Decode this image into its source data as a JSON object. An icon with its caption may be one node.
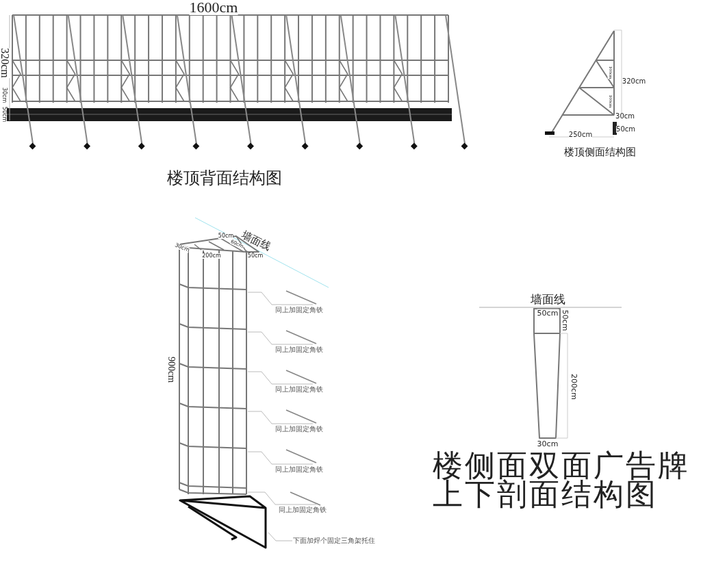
{
  "diagram": {
    "nodes": [
      {
        "text": [
          "同上加固定角铁"
        ]
      },
      {
        "text": [
          "同上加固定角铁"
        ]
      },
      {
        "text": [
          "同上加固定角铁"
        ]
      },
      {
        "text": [
          "同上加固定角铁"
        ]
      },
      {
        "text": [
          "同上加固定角铁"
        ]
      },
      {
        "text": [
          "同上加固定角铁"
        ]
      },
      {
        "text": [
          "下面加焊个固定三角架托住"
        ]
      }
    ],
    "edges": [
      {
        "from": 0,
        "to": null,
        "arrow": "none"
      },
      {
        "from": 1,
        "to": null,
        "arrow": "none"
      },
      {
        "from": 2,
        "to": null,
        "arrow": "none"
      },
      {
        "from": 3,
        "to": null,
        "arrow": "none"
      },
      {
        "from": 4,
        "to": null,
        "arrow": "none"
      },
      {
        "from": 5,
        "to": null,
        "arrow": "none"
      },
      {
        "from": 6,
        "to": null,
        "arrow": "none"
      }
    ],
    "labels": [
      "1600cm",
      "320cm",
      "30cm",
      "50cm",
      "楼顶背面结构图",
      "100cm",
      "100cm",
      "320cm",
      "30cm",
      "50cm",
      "250cm",
      "楼顶侧面结构图",
      "墙面线",
      "50cm",
      "60cm",
      "30cm",
      "200cm",
      "50cm",
      "900cm",
      "墙面线",
      "50cm",
      "50cm",
      "200cm",
      "30cm",
      "楼侧面双面广告牌",
      "上下剖面结构图"
    ]
  }
}
